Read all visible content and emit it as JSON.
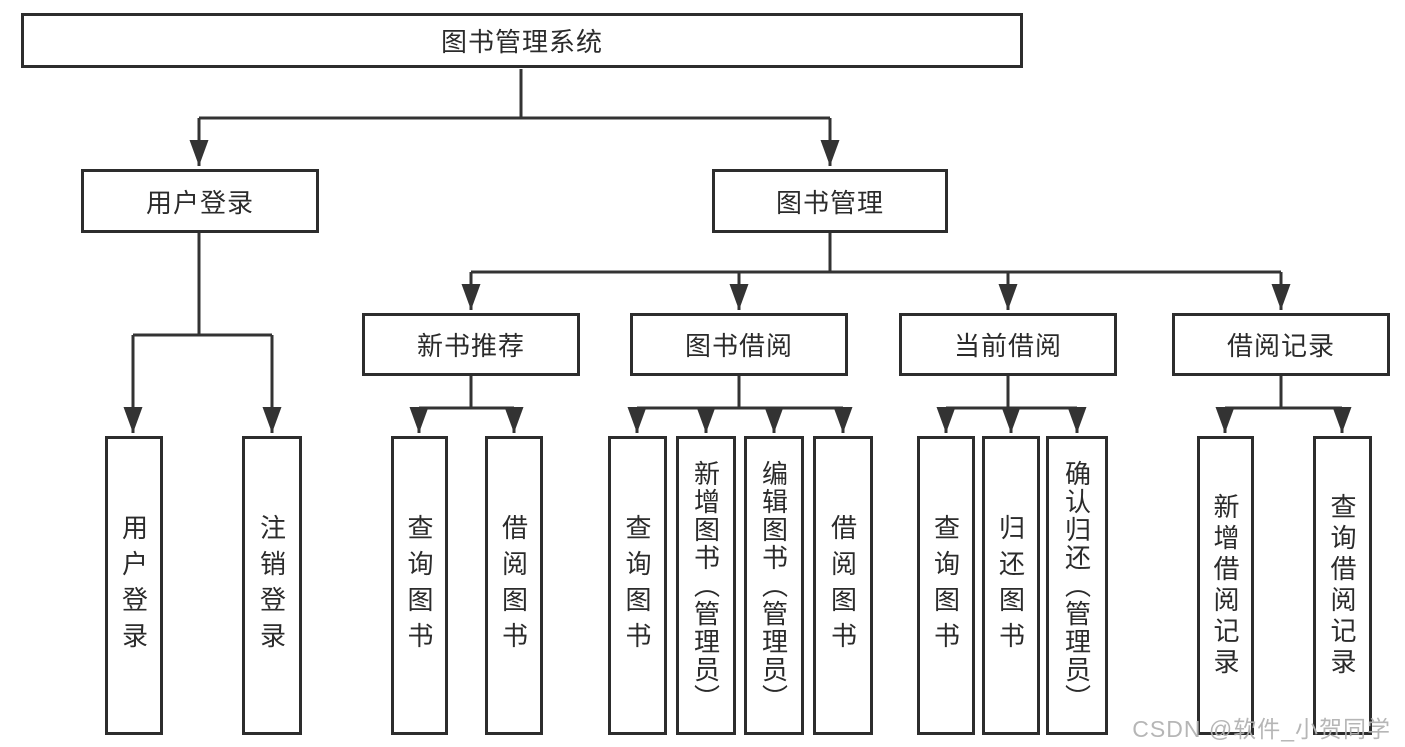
{
  "tree": {
    "root": "图书管理系统",
    "level2": {
      "user_login": "用户登录",
      "book_mgmt": "图书管理"
    },
    "level3": {
      "new_books": "新书推荐",
      "book_borrow": "图书借阅",
      "current_borrow": "当前借阅",
      "borrow_records": "借阅记录"
    },
    "leaves": {
      "user_login": [
        "用户登录",
        "注销登录"
      ],
      "new_books": [
        "查询图书",
        "借阅图书"
      ],
      "book_borrow": [
        "查询图书",
        "新增图书（管理员）",
        "编辑图书（管理员）",
        "借阅图书"
      ],
      "current_borrow": [
        "查询图书",
        "归还图书",
        "确认归还（管理员）"
      ],
      "borrow_records": [
        "新增借阅记录",
        "查询借阅记录"
      ]
    }
  },
  "watermark": "CSDN @软件_小贺同学",
  "colors": {
    "line": "#333333",
    "border": "#2d2d2d",
    "text": "#2b2b2b",
    "watermark": "#b2b2b2",
    "background": "#ffffff"
  }
}
